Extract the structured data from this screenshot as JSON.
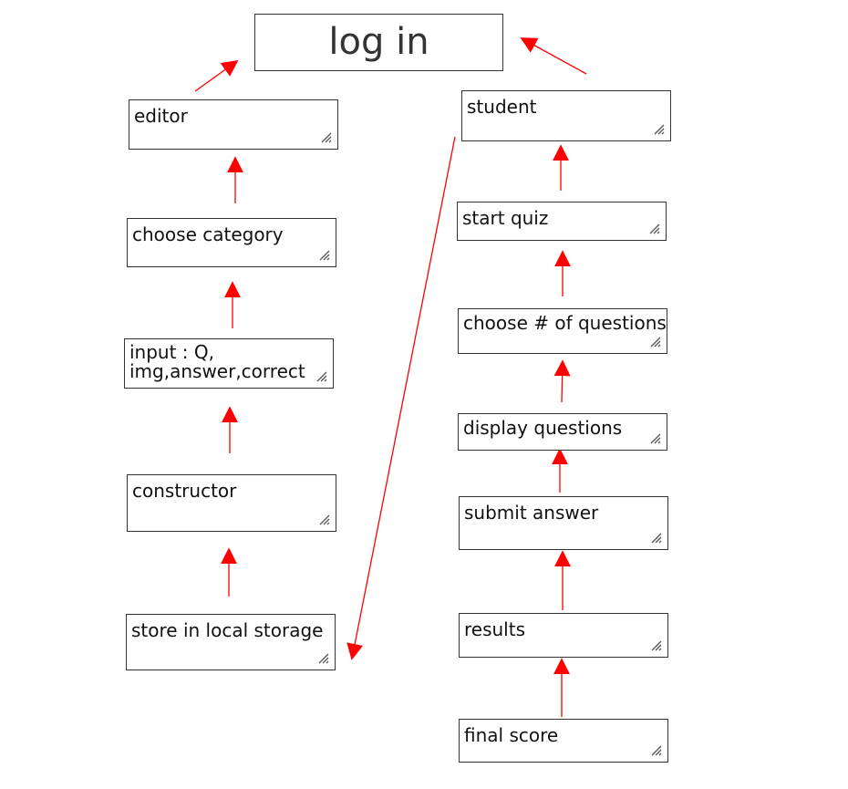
{
  "title": "log in",
  "editor_column": [
    {
      "id": "editor",
      "label": "editor"
    },
    {
      "id": "choose-category",
      "label": "choose category"
    },
    {
      "id": "input",
      "label": "input : Q, img,answer,correct"
    },
    {
      "id": "constructor",
      "label": "constructor"
    },
    {
      "id": "store",
      "label": "store in local storage"
    }
  ],
  "student_column": [
    {
      "id": "student",
      "label": "student"
    },
    {
      "id": "start-quiz",
      "label": "start quiz"
    },
    {
      "id": "choose-questions",
      "label": "choose # of questions"
    },
    {
      "id": "display-questions",
      "label": "display questions"
    },
    {
      "id": "submit-answer",
      "label": "submit answer"
    },
    {
      "id": "results",
      "label": "results"
    },
    {
      "id": "final-score",
      "label": "final score"
    }
  ],
  "colors": {
    "arrow": "#ff0000",
    "border": "#333333",
    "text": "#111111"
  },
  "icons": {
    "resize_handle": "resize-grip-icon"
  }
}
